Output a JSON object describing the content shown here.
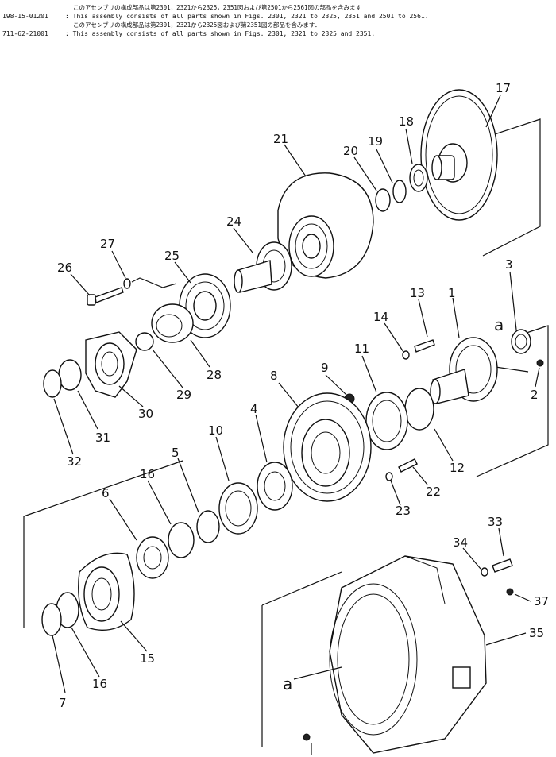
{
  "header": {
    "notes": [
      {
        "code": "",
        "text_jp": "このアセンブリの構成部品は第2301，2321から2325，2351図および第2501から2561図の部品を含みます",
        "text_en": ""
      },
      {
        "code": "198-15-01201",
        "text_jp": "",
        "text_en": ": This assembly consists of all parts shown in Figs. 2301, 2321 to 2325, 2351 and 2501 to 2561."
      },
      {
        "code": "",
        "text_jp": "このアセンブリの構成部品は第2301，2321から2325図および第2351図の部品を含みます．",
        "text_en": ""
      },
      {
        "code": "711-62-21001",
        "text_jp": "",
        "text_en": ": This assembly consists of all parts shown in Figs. 2301, 2321 to 2325 and 2351."
      }
    ]
  },
  "callouts": [
    "17",
    "21",
    "20",
    "19",
    "18",
    "24",
    "27",
    "26",
    "25",
    "3",
    "13",
    "1",
    "a",
    "14",
    "11",
    "9",
    "2",
    "28",
    "29",
    "30",
    "8",
    "31",
    "32",
    "12",
    "22",
    "4",
    "10",
    "5",
    "16",
    "23",
    "6",
    "33",
    "34",
    "37",
    "35",
    "15",
    "16",
    "a",
    "7"
  ]
}
